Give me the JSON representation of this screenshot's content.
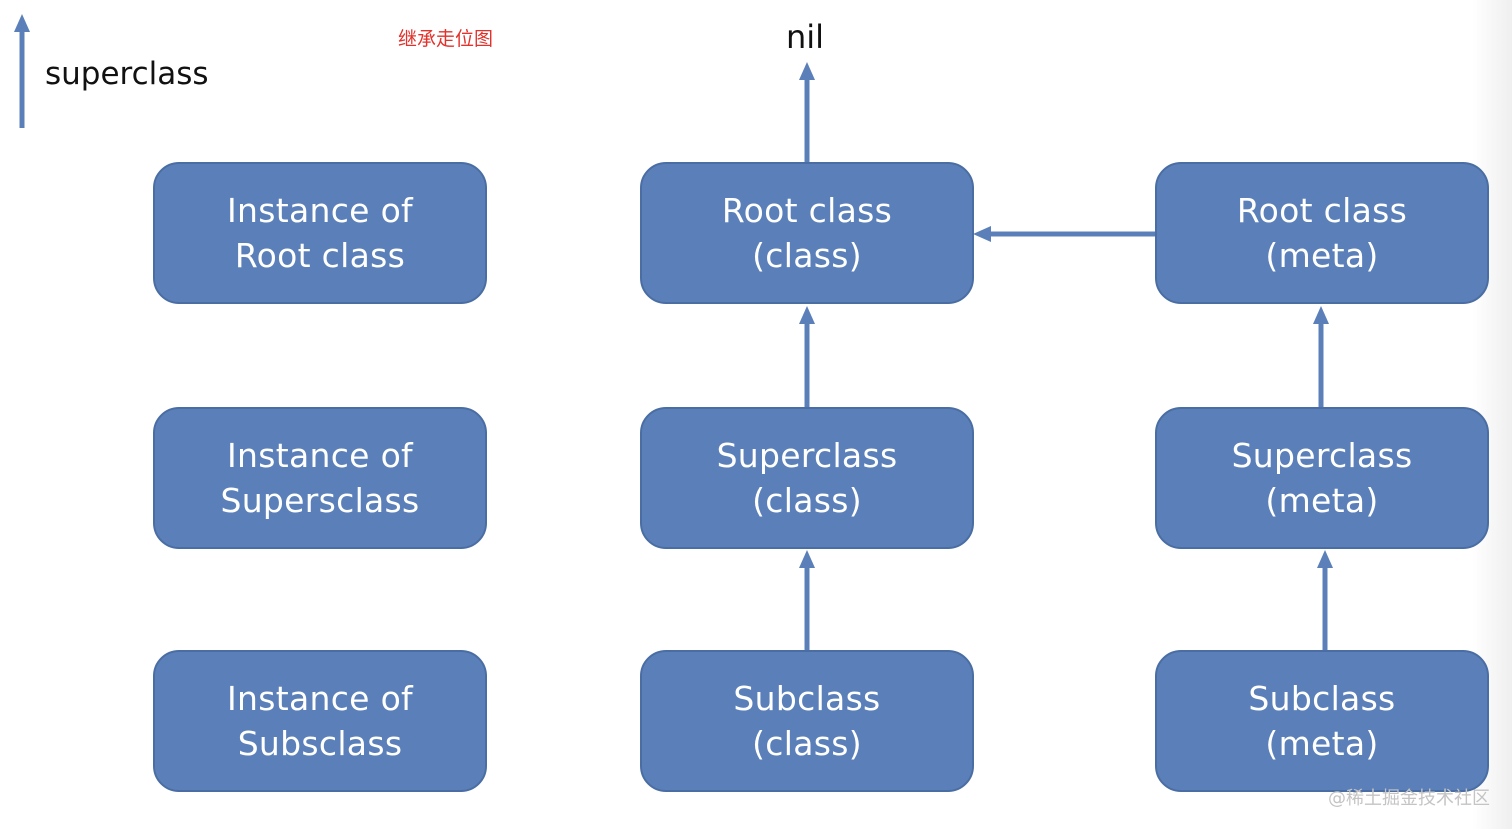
{
  "diagram_title": "继承走位图",
  "legend": {
    "label": "superclass"
  },
  "nil_label": "nil",
  "watermark": "@稀土掘金技术社区",
  "colors": {
    "box_fill": "#5b80b9",
    "box_border": "#4a6ea3",
    "arrow": "#5b80b9",
    "title": "#e2322b",
    "text_on_box": "#ffffff"
  },
  "nodes": [
    {
      "id": "instance-root",
      "lines": [
        "Instance of",
        "Root class"
      ]
    },
    {
      "id": "instance-super",
      "lines": [
        "Instance of",
        "Supersclass"
      ]
    },
    {
      "id": "instance-sub",
      "lines": [
        "Instance of",
        "Subsclass"
      ]
    },
    {
      "id": "root-class",
      "lines": [
        "Root class",
        "(class)"
      ]
    },
    {
      "id": "super-class",
      "lines": [
        "Superclass",
        "(class)"
      ]
    },
    {
      "id": "sub-class",
      "lines": [
        "Subclass",
        "(class)"
      ]
    },
    {
      "id": "root-meta",
      "lines": [
        "Root class",
        "(meta)"
      ]
    },
    {
      "id": "super-meta",
      "lines": [
        "Superclass",
        "(meta)"
      ]
    },
    {
      "id": "sub-meta",
      "lines": [
        "Subclass",
        "(meta)"
      ]
    }
  ],
  "edges": [
    {
      "from": "root-class",
      "to": "nil",
      "label": "superclass"
    },
    {
      "from": "super-class",
      "to": "root-class",
      "label": "superclass"
    },
    {
      "from": "sub-class",
      "to": "super-class",
      "label": "superclass"
    },
    {
      "from": "root-meta",
      "to": "root-class",
      "label": "superclass"
    },
    {
      "from": "super-meta",
      "to": "root-meta",
      "label": "superclass"
    },
    {
      "from": "sub-meta",
      "to": "super-meta",
      "label": "superclass"
    }
  ]
}
